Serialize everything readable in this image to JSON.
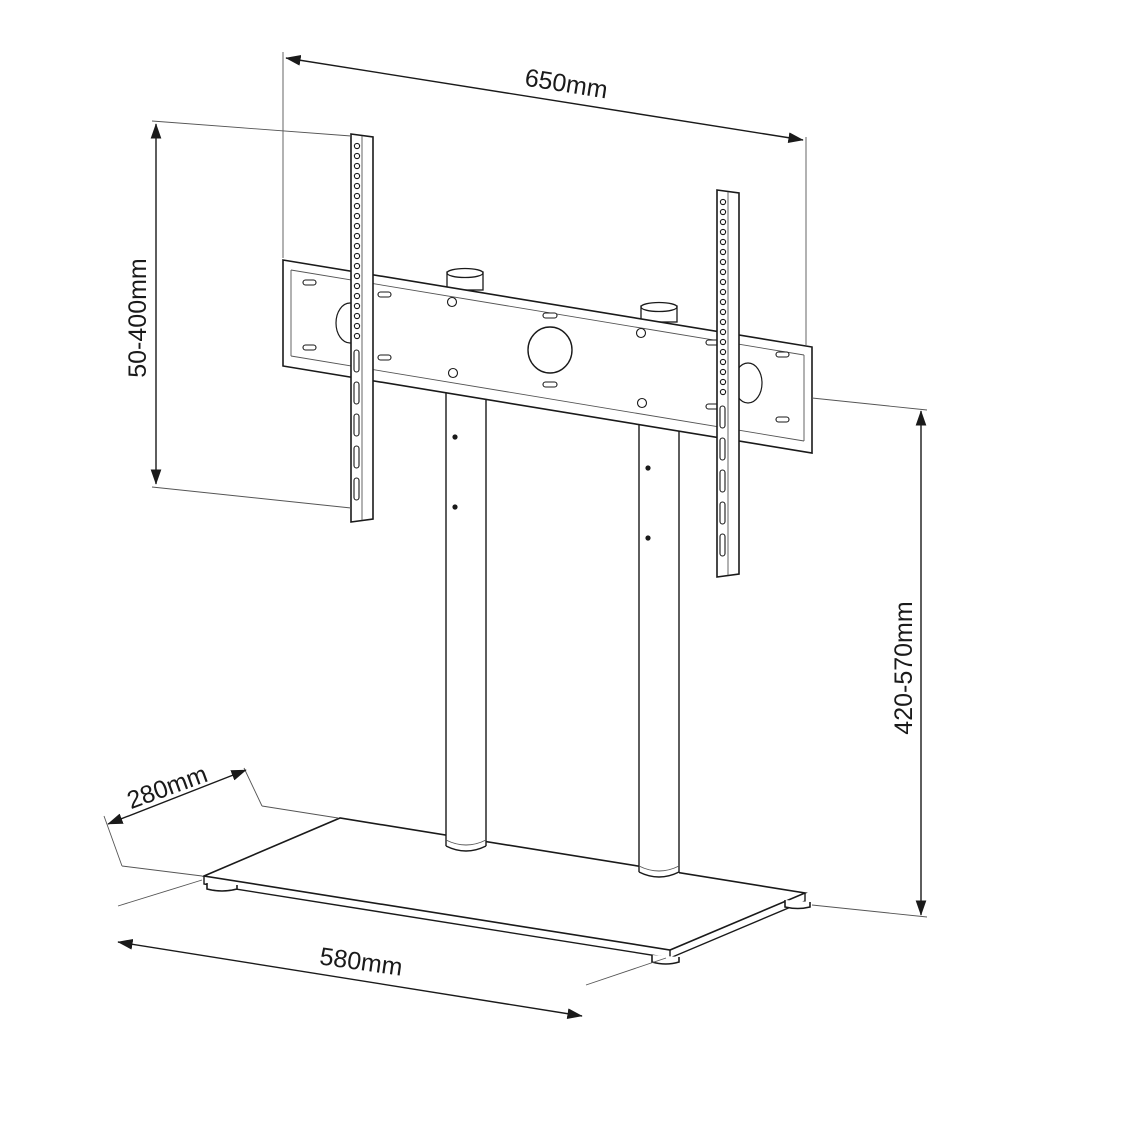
{
  "dimensions": {
    "bracket_width": "650mm",
    "vesa_height": "50-400mm",
    "stand_height": "420-570mm",
    "base_depth": "280mm",
    "base_width": "580mm"
  },
  "colors": {
    "line": "#1a1a1a",
    "background": "#ffffff"
  }
}
